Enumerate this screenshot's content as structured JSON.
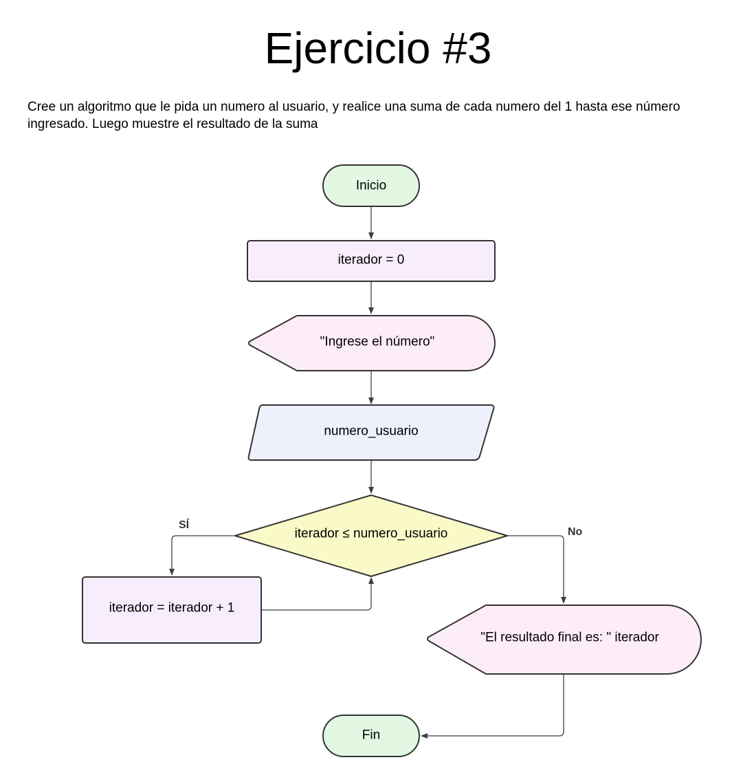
{
  "header": {
    "title": "Ejercicio #3",
    "description": "Cree un algoritmo que le pida un numero al usuario, y realice una suma de cada numero del 1 hasta ese número ingresado. Luego muestre el resultado de la suma"
  },
  "flowchart": {
    "nodes": {
      "start": {
        "label": "Inicio",
        "shape": "terminal",
        "color": "#e3f8e3"
      },
      "init": {
        "label": "iterador = 0",
        "shape": "process",
        "color": "#f8edfc"
      },
      "prompt": {
        "label": "\"Ingrese el número\"",
        "shape": "display",
        "color": "#fdedf8"
      },
      "input": {
        "label": "numero_usuario",
        "shape": "input-output",
        "color": "#eef0fc"
      },
      "decision": {
        "label": "iterador ≤ numero_usuario",
        "shape": "decision",
        "color": "#fafac8"
      },
      "increment": {
        "label": "iterador = iterador + 1",
        "shape": "process",
        "color": "#f8edfc"
      },
      "output": {
        "label": "\"El resultado final es: \" iterador",
        "shape": "display",
        "color": "#fdedf8"
      },
      "end": {
        "label": "Fin",
        "shape": "terminal",
        "color": "#e3f8e3"
      }
    },
    "edges": {
      "yes_label": "SÍ",
      "no_label": "No"
    }
  }
}
